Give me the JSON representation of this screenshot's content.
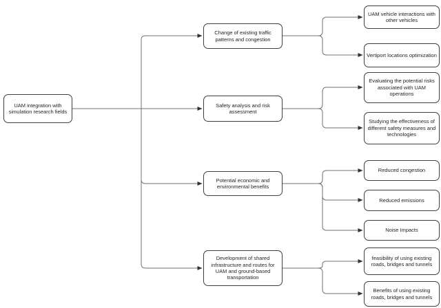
{
  "diagram": {
    "type": "tree-flowchart",
    "orientation": "left-to-right",
    "colors": {
      "background": "#ffffff",
      "node_fill": "#ffffff",
      "node_border": "#3c3c3c",
      "connector": "#707070",
      "arrowhead": "#333333",
      "text": "#1f1f1f"
    },
    "root": {
      "label": "UAM integration with simulation research fields"
    },
    "branches": [
      {
        "label": "Change of existing traffic patterns and congestion",
        "children": [
          {
            "label": "UAM vehicle interactions with other vehicles"
          },
          {
            "label": "Vertiport locations optimization"
          }
        ]
      },
      {
        "label": "Safety analysis and risk assessment",
        "children": [
          {
            "label": "Evaluating the potential risks associated with UAM operations"
          },
          {
            "label": "Studying the effectiveness of different safety measures and technologies"
          }
        ]
      },
      {
        "label": "Potential economic and environmental benefits",
        "children": [
          {
            "label": "Reduced congestion"
          },
          {
            "label": "Reduced emissions"
          },
          {
            "label": "Noise Impacts"
          }
        ]
      },
      {
        "label": "Development of shared infrastructure and routes for UAM and ground-based transportation",
        "children": [
          {
            "label": "feasibility of using existing roads, bridges and tunnels"
          },
          {
            "label": "Benefits of using existing roads, bridges and tunnels"
          }
        ]
      }
    ]
  }
}
